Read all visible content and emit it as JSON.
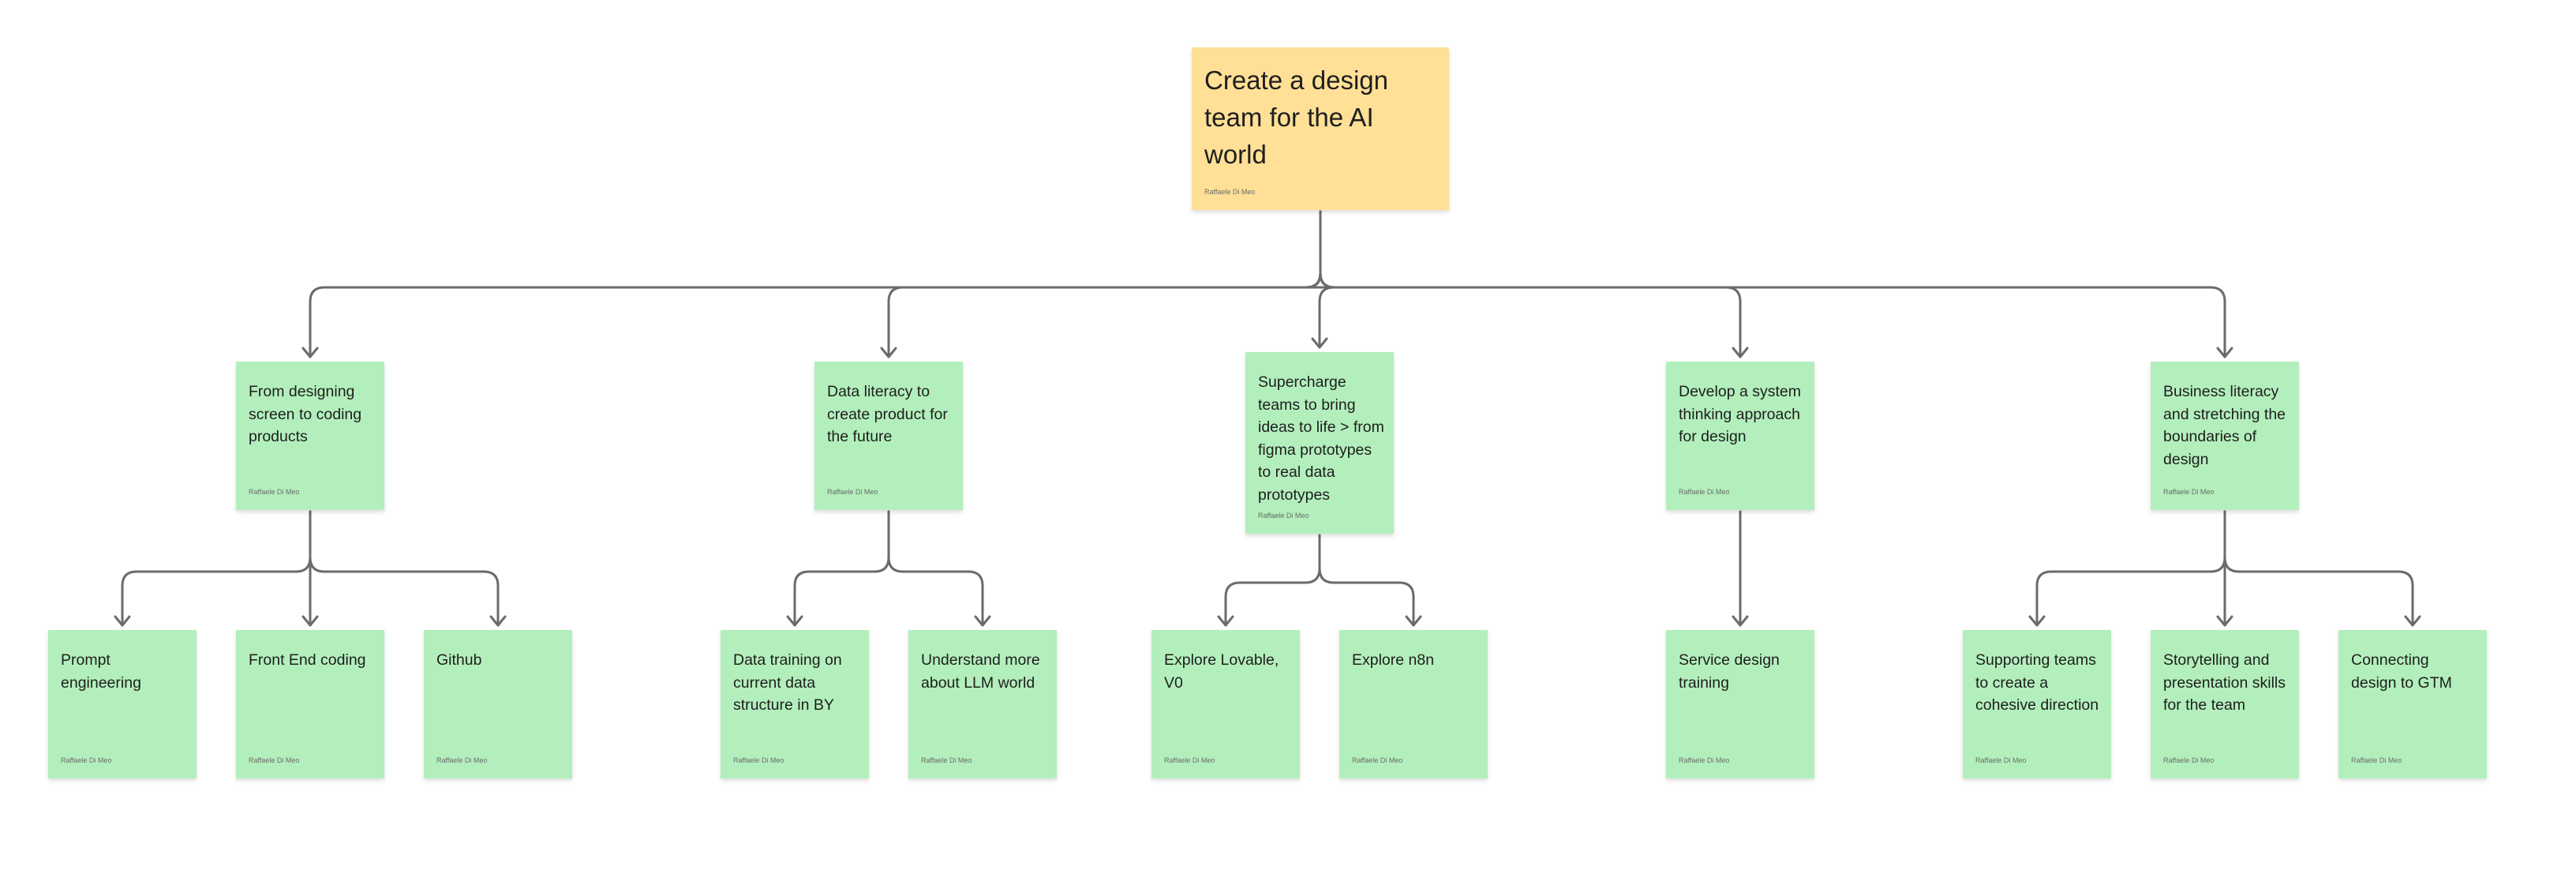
{
  "board": {
    "root": {
      "text": "Create a design team for the AI world",
      "author": "Raffaele Di Meo"
    },
    "branches": [
      {
        "text": "From designing screen to coding products",
        "author": "Raffaele Di Meo",
        "children": [
          {
            "text": "Prompt engineering",
            "author": "Raffaele Di Meo"
          },
          {
            "text": "Front End coding",
            "author": "Raffaele Di Meo"
          },
          {
            "text": "Github",
            "author": "Raffaele Di Meo"
          }
        ]
      },
      {
        "text": "Data literacy to create product for the future",
        "author": "Raffaele Di Meo",
        "children": [
          {
            "text": "Data training on current data structure in BY",
            "author": "Raffaele Di Meo"
          },
          {
            "text": "Understand more about LLM world",
            "author": "Raffaele Di Meo"
          }
        ]
      },
      {
        "text": "Supercharge teams to bring ideas to life > from figma prototypes to real data prototypes",
        "author": "Raffaele Di Meo",
        "children": [
          {
            "text": "Explore Lovable, V0",
            "author": "Raffaele Di Meo"
          },
          {
            "text": "Explore n8n",
            "author": "Raffaele Di Meo"
          }
        ]
      },
      {
        "text": "Develop a system thinking approach for design",
        "author": "Raffaele Di Meo",
        "children": [
          {
            "text": "Service design training",
            "author": "Raffaele Di Meo"
          }
        ]
      },
      {
        "text": "Business literacy and stretching the boundaries of design",
        "author": "Raffaele Di Meo",
        "children": [
          {
            "text": "Supporting teams to create a cohesive direction",
            "author": "Raffaele Di Meo"
          },
          {
            "text": "Storytelling and presentation skills for the team",
            "author": "Raffaele Di Meo"
          },
          {
            "text": "Connecting design to GTM",
            "author": "Raffaele Di Meo"
          }
        ]
      }
    ]
  },
  "colors": {
    "root_note": "#ffe096",
    "topic_note": "#b3efbc",
    "connector": "#6b6b6b"
  }
}
